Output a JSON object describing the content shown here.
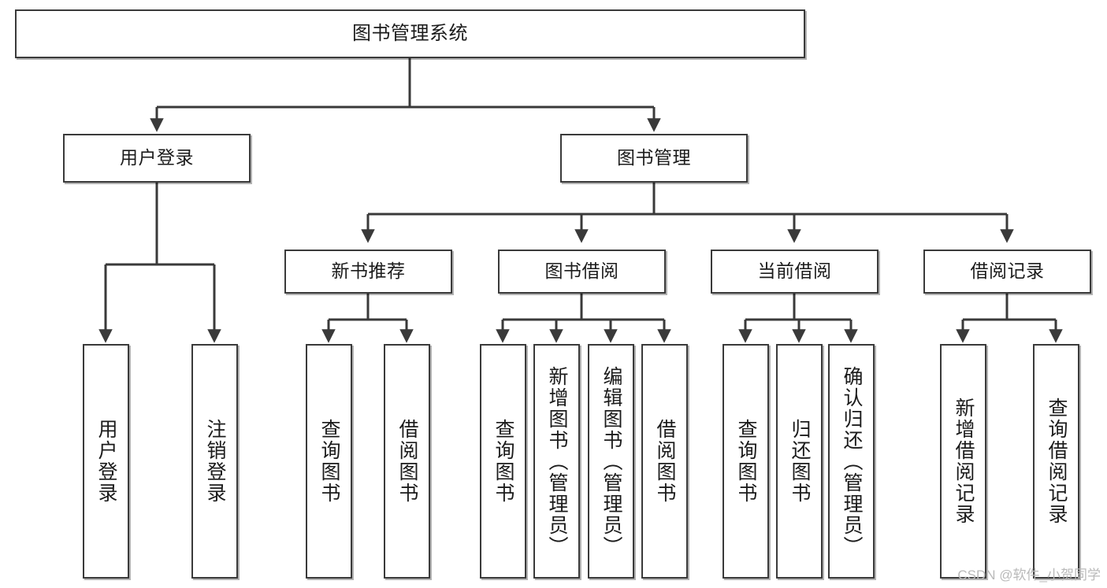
{
  "diagram": {
    "title": "图书管理系统",
    "type": "tree-hierarchy-chart",
    "colors": {
      "stroke": "#3a3a3a",
      "fill": "#ffffff",
      "text": "#1b1b1b",
      "watermark": "#b9b9b9"
    },
    "root": {
      "label": "图书管理系统"
    },
    "level2": [
      {
        "label": "用户登录"
      },
      {
        "label": "图书管理"
      }
    ],
    "level3": [
      {
        "label": "新书推荐"
      },
      {
        "label": "图书借阅"
      },
      {
        "label": "当前借阅"
      },
      {
        "label": "借阅记录"
      }
    ],
    "leaves": {
      "user_login": [
        {
          "label": "用户登录"
        },
        {
          "label": "注销登录"
        }
      ],
      "new_book_recommend": [
        {
          "label": "查询图书"
        },
        {
          "label": "借阅图书"
        }
      ],
      "book_borrow": [
        {
          "label": "查询图书"
        },
        {
          "label": "新增图书（管理员）"
        },
        {
          "label": "编辑图书（管理员）"
        },
        {
          "label": "借阅图书"
        }
      ],
      "current_borrow": [
        {
          "label": "查询图书"
        },
        {
          "label": "归还图书"
        },
        {
          "label": "确认归还（管理员）"
        }
      ],
      "borrow_record": [
        {
          "label": "新增借阅记录"
        },
        {
          "label": "查询借阅记录"
        }
      ]
    }
  },
  "watermark": {
    "text": "CSDN @软件_小贺同学"
  }
}
